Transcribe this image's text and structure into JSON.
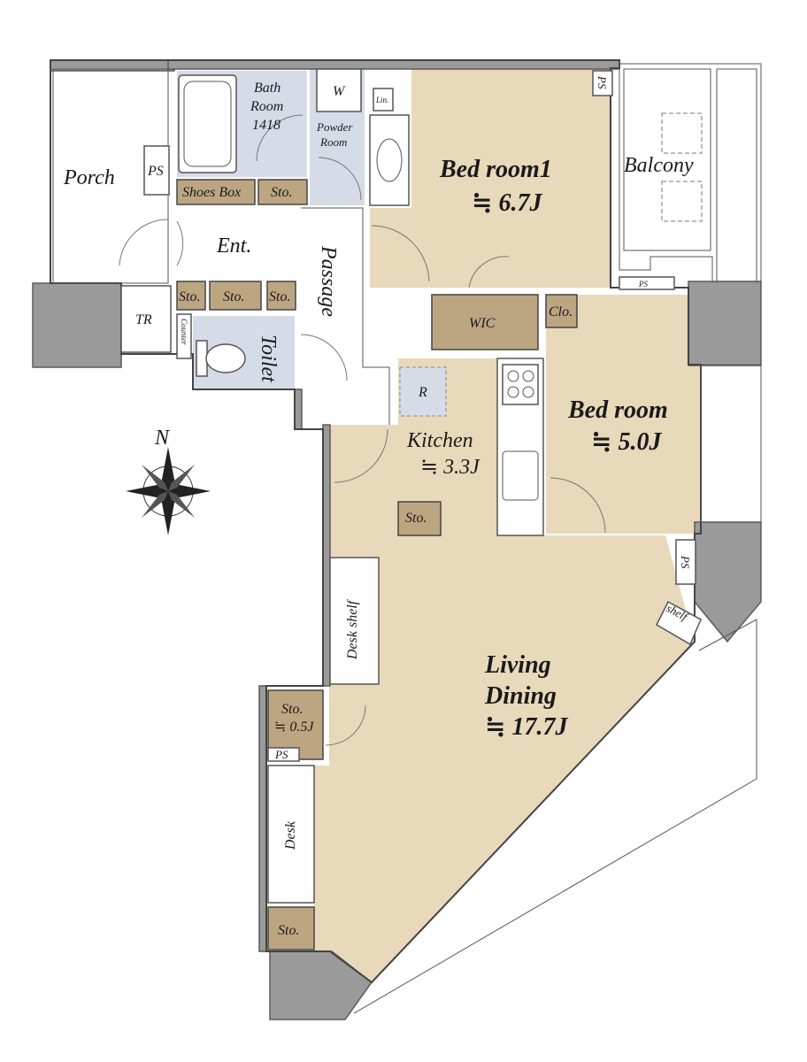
{
  "rooms": {
    "porch": "Porch",
    "ps_porch": "PS",
    "tr": "TR",
    "bath_line1": "Bath",
    "bath_line2": "Room",
    "bath_line3": "1418",
    "washer": "W",
    "lin": "Lin.",
    "powder_line1": "Powder",
    "powder_line2": "Room",
    "shoes_box": "Shoes Box",
    "sto_entry": "Sto.",
    "ent": "Ent.",
    "sto1": "Sto.",
    "sto2": "Sto.",
    "sto3": "Sto.",
    "counter": "Counter",
    "toilet": "Toilet",
    "passage": "Passage",
    "bedroom1_name": "Bed room1",
    "bedroom1_size": "≒ 6.7J",
    "ps_bed1": "PS",
    "balcony": "Balcony",
    "ps_balcony": "PS",
    "wic": "WIC",
    "clo": "Clo.",
    "bedroom2_name": "Bed room",
    "bedroom2_size": "≒ 5.0J",
    "fridge": "R",
    "kitchen_name": "Kitchen",
    "kitchen_size": "≒ 3.3J",
    "sto_kitchen": "Sto.",
    "ps_right": "PS",
    "shelf": "shelf",
    "desk_shelf": "Desk shelf",
    "living_line1": "Living",
    "living_line2": "Dining",
    "living_size": "≒ 17.7J",
    "sto_small_name": "Sto.",
    "sto_small_size": "≒ 0.5J",
    "ps_living": "PS",
    "desk": "Desk",
    "sto_bottom": "Sto."
  },
  "compass": {
    "north_label": "N"
  },
  "colors": {
    "floor": "#e8d9bb",
    "wet_area": "#d6dbe8",
    "storage": "#bca682",
    "wall": "#9a9a9a"
  }
}
